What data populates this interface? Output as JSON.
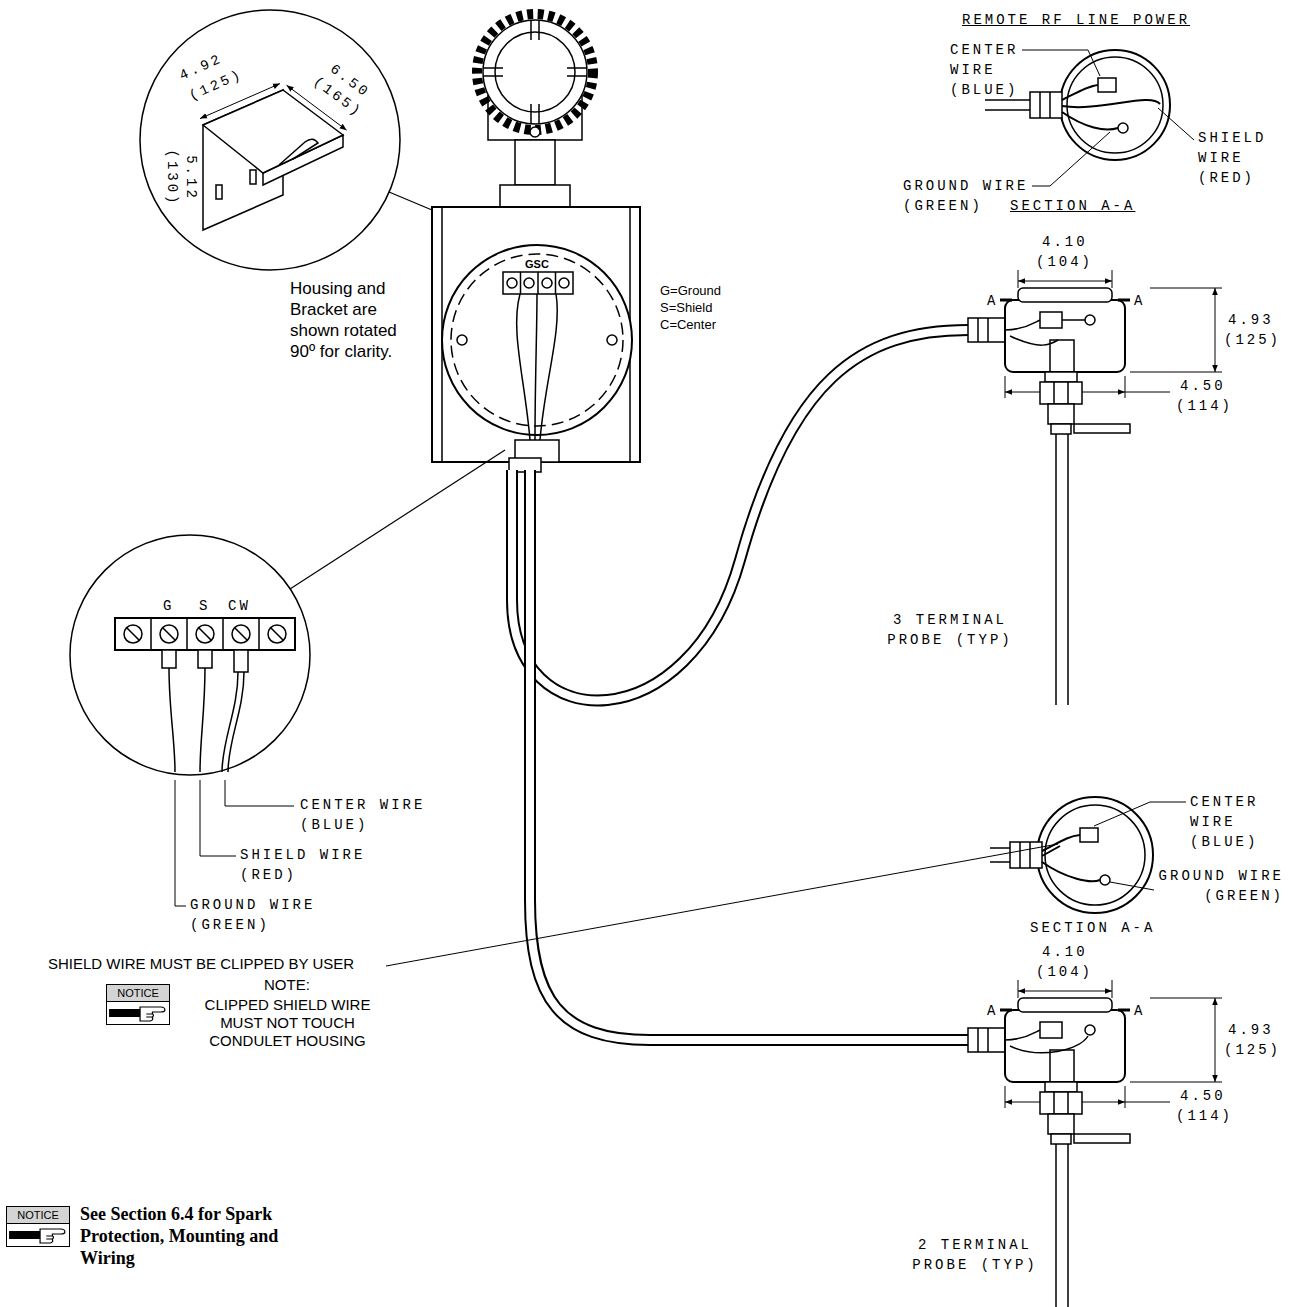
{
  "diagram": {
    "nodes": [
      {
        "text": [
          "NOTICE"
        ]
      },
      {
        "text": [
          "NOTICE"
        ]
      }
    ],
    "labels": [
      "REMOTE RF LINE POWER",
      "CENTER WIRE (BLUE)",
      "SHIELD WIRE (RED)",
      "GROUND WIRE (GREEN)",
      "SECTION A-A",
      "4.92",
      "(125)",
      "6.50",
      "(165)",
      "5.12",
      "(130)",
      "Housing and Bracket are shown rotated 90º for clarity.",
      "GSC",
      "G=Ground",
      "S=Shield",
      "C=Center",
      "4.10",
      "(104)",
      "A",
      "A",
      "4.93",
      "(125)",
      "4.50",
      "(114)",
      "3 TERMINAL PROBE (TYP)",
      "G",
      "S",
      "CW",
      "SHIELD WIRE MUST BE CLIPPED BY USER",
      "NOTE:",
      "CLIPPED SHIELD WIRE MUST NOT TOUCH CONDULET HOUSING",
      "CENTER WIRE (BLUE)",
      "GROUND WIRE (GREEN)",
      "SECTION A-A",
      "4.10",
      "(104)",
      "A",
      "A",
      "4.93",
      "(125)",
      "4.50",
      "(114)",
      "CENTER WIRE (BLUE)",
      "SHIELD WIRE (RED)",
      "GROUND WIRE (GREEN)",
      "2 TERMINAL PROBE (TYP)",
      "See Section 6.4 for Spark Protection, Mounting and Wiring"
    ]
  }
}
